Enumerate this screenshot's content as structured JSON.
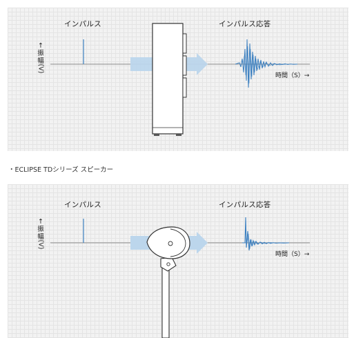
{
  "top_panel": {
    "impulse_label": "インパルス",
    "response_label": "インパルス応答",
    "y_axis_arrow": "↑",
    "y_axis_label_1": "振",
    "y_axis_label_2": "幅",
    "y_axis_unit": "(V)",
    "time_axis_label": "時間（S）→"
  },
  "section_caption": "・ECLIPSE TDシリーズ スピーカー",
  "bottom_panel": {
    "impulse_label": "インパルス",
    "response_label": "インパルス応答",
    "y_axis_arrow": "↑",
    "y_axis_label_1": "振",
    "y_axis_label_2": "幅",
    "y_axis_unit": "(V)",
    "time_axis_label": "時間（S）→"
  },
  "colors": {
    "waveform": "#3a7fc0",
    "flow_arrow": "#bcd6ec",
    "axis_line": "#8a8a8a"
  }
}
